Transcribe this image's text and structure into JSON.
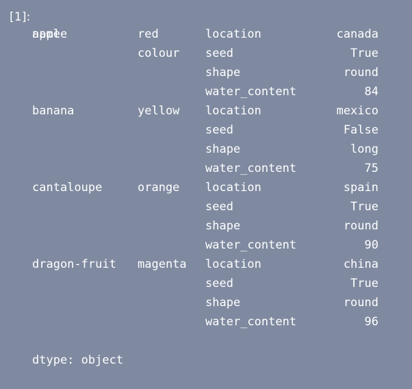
{
  "prompt": "[1]:",
  "header": {
    "name": "name",
    "colour": "colour"
  },
  "rows": [
    {
      "name": "apple",
      "colour": "red",
      "key": "location",
      "value": "canada"
    },
    {
      "name": "",
      "colour": "",
      "key": "seed",
      "value": "True"
    },
    {
      "name": "",
      "colour": "",
      "key": "shape",
      "value": "round"
    },
    {
      "name": "",
      "colour": "",
      "key": "water_content",
      "value": "84"
    },
    {
      "name": "banana",
      "colour": "yellow",
      "key": "location",
      "value": "mexico"
    },
    {
      "name": "",
      "colour": "",
      "key": "seed",
      "value": "False"
    },
    {
      "name": "",
      "colour": "",
      "key": "shape",
      "value": "long"
    },
    {
      "name": "",
      "colour": "",
      "key": "water_content",
      "value": "75"
    },
    {
      "name": "cantaloupe",
      "colour": "orange",
      "key": "location",
      "value": "spain"
    },
    {
      "name": "",
      "colour": "",
      "key": "seed",
      "value": "True"
    },
    {
      "name": "",
      "colour": "",
      "key": "shape",
      "value": "round"
    },
    {
      "name": "",
      "colour": "",
      "key": "water_content",
      "value": "90"
    },
    {
      "name": "dragon-fruit",
      "colour": "magenta",
      "key": "location",
      "value": "china"
    },
    {
      "name": "",
      "colour": "",
      "key": "seed",
      "value": "True"
    },
    {
      "name": "",
      "colour": "",
      "key": "shape",
      "value": "round"
    },
    {
      "name": "",
      "colour": "",
      "key": "water_content",
      "value": "96"
    }
  ],
  "dtype": "dtype: object"
}
